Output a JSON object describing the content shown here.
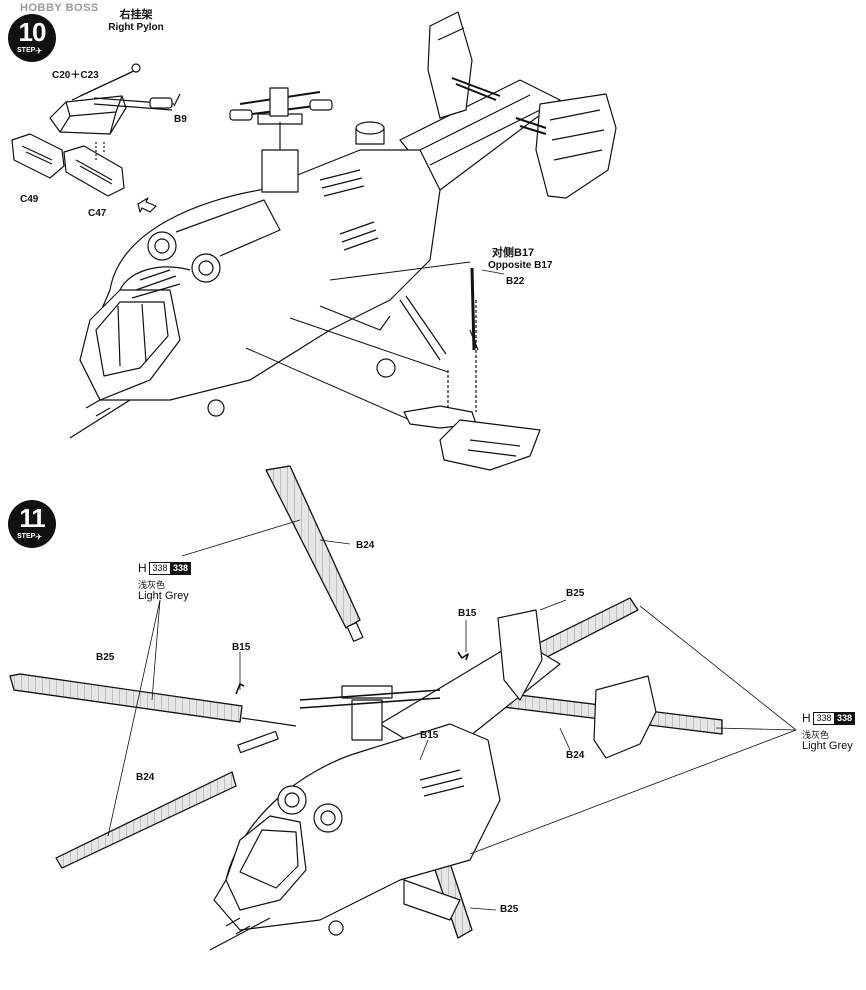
{
  "header": {
    "brand": "HOBBY BOSS",
    "right_pylon_cn": "右挂架",
    "right_pylon_en": "Right Pylon"
  },
  "step10": {
    "badge_number": "10",
    "badge_word": "STEP",
    "part_labels": {
      "c20_c23": "C20＋C23",
      "b9": "B9",
      "c49": "C49",
      "c47": "C47",
      "b22": "B22"
    },
    "opposite_cn": "对侧B17",
    "opposite_en": "Opposite B17"
  },
  "step11": {
    "badge_number": "11",
    "badge_word": "STEP",
    "part_labels": {
      "b24_top": "B24",
      "b25_left": "B25",
      "b15_left": "B15",
      "b24_left": "B24",
      "b15_center": "B15",
      "b15_mid": "B15",
      "b25_right": "B25",
      "b24_right": "B24",
      "b25_bottom": "B25"
    },
    "paint_left": {
      "prefix": "H",
      "code_a": "338",
      "code_b": "338",
      "name_cn": "浅灰色",
      "name_en": "Light Grey"
    },
    "paint_right": {
      "prefix": "H",
      "code_a": "338",
      "code_b": "338",
      "name_cn": "浅灰色",
      "name_en": "Light Grey"
    }
  }
}
